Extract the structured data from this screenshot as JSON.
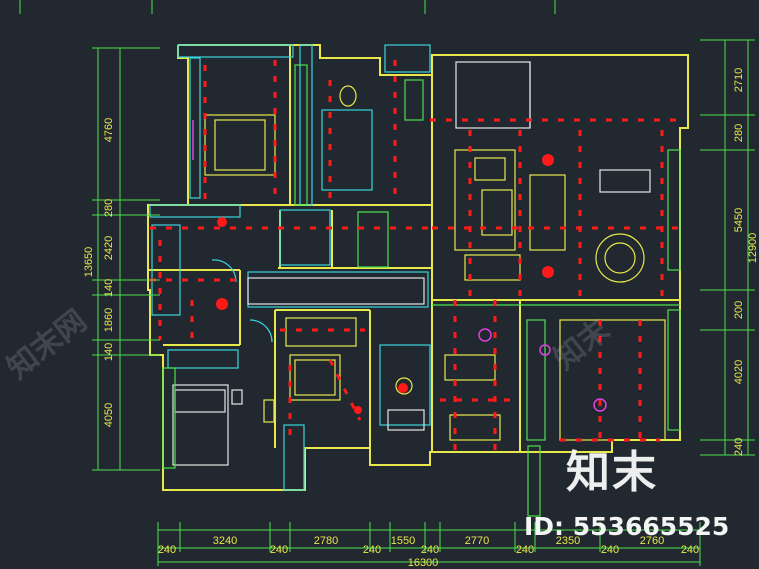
{
  "watermark": {
    "brand": "知末",
    "id_text": "ID: 553665525",
    "faint_left": "知末网",
    "faint_right": "知末"
  },
  "dimensions_bottom": {
    "upper_row": [
      "3240",
      "2780",
      "1550",
      "2770",
      "2350",
      "2760"
    ],
    "lower_row": [
      "240",
      "240",
      "240",
      "240",
      "240",
      "240",
      "240"
    ],
    "total": "16300"
  },
  "dimensions_left": {
    "segments": [
      "4760",
      "280",
      "2420",
      "140",
      "1860",
      "140",
      "4050"
    ],
    "total": "13650"
  },
  "dimensions_right": {
    "segments": [
      "2710",
      "280",
      "5450",
      "200",
      "4020",
      "240"
    ],
    "total": "12900"
  },
  "colors": {
    "background": "#212830",
    "wall": "#e8e84a",
    "cyan": "#39d4dc",
    "green": "#4be04b",
    "red": "#ff1a1a",
    "white": "#e6e6e6",
    "magenta": "#e040e0"
  }
}
